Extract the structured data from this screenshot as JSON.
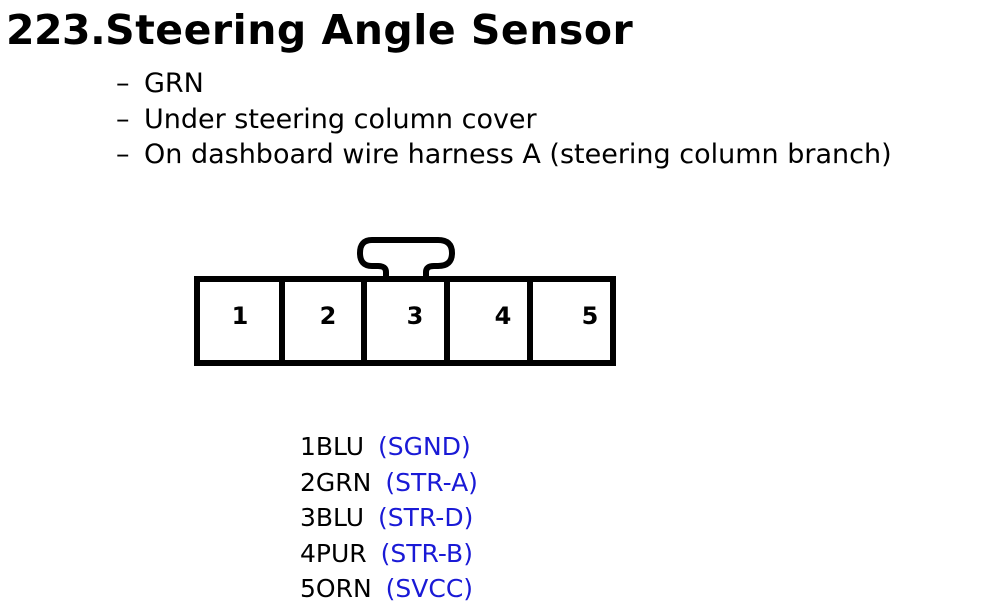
{
  "title": {
    "number": "223.",
    "text": "Steering Angle Sensor"
  },
  "notes": [
    "GRN",
    "Under steering column cover",
    "On dashboard wire harness A (steering column branch)"
  ],
  "connector": {
    "cavities": [
      "1",
      "2",
      "3",
      "4",
      "5"
    ],
    "locking_tab_above": "3"
  },
  "pins": [
    {
      "number": "1",
      "wire": "BLU",
      "signal": "(SGND)"
    },
    {
      "number": "2",
      "wire": "GRN",
      "signal": "(STR-A)"
    },
    {
      "number": "3",
      "wire": "BLU",
      "signal": "(STR-D)"
    },
    {
      "number": "4",
      "wire": "PUR",
      "signal": "(STR-B)"
    },
    {
      "number": "5",
      "wire": "ORN",
      "signal": "(SVCC)"
    }
  ],
  "colors": {
    "text": "#000000",
    "signal": "#1a1ad6",
    "line": "#000000",
    "background": "#ffffff"
  }
}
